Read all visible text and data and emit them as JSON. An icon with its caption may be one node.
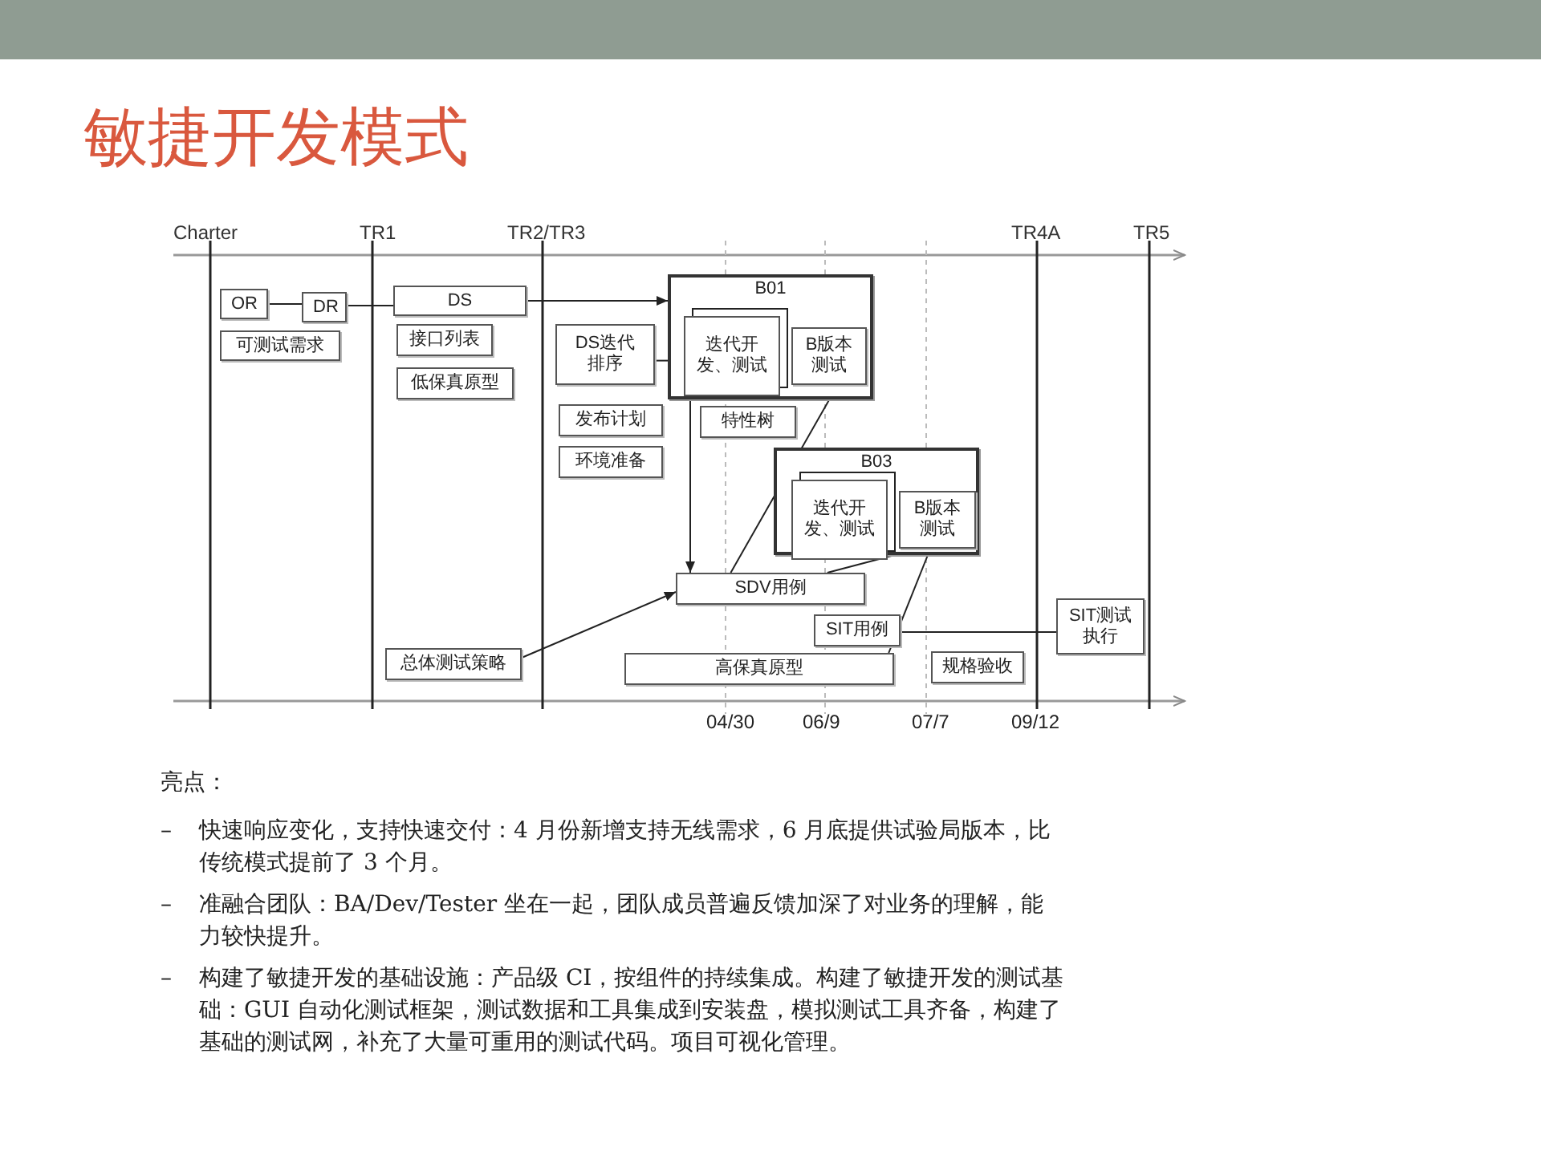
{
  "diagram": {
    "title": "敏捷开发模式",
    "nodes": [
      {
        "text": [
          "OR"
        ]
      },
      {
        "text": [
          "DR"
        ]
      },
      {
        "text": [
          "DS"
        ]
      },
      {
        "text": [
          "可测试需求"
        ]
      },
      {
        "text": [
          "接口列表"
        ]
      },
      {
        "text": [
          "低保真原型"
        ]
      },
      {
        "text": [
          "B01"
        ]
      },
      {
        "text": [
          "迭代开发、测试"
        ],
        "in": 6
      },
      {
        "text": [
          "B版本测试"
        ],
        "in": 6
      },
      {
        "text": [
          "DS迭代排序"
        ]
      },
      {
        "text": [
          "发布计划"
        ]
      },
      {
        "text": [
          "环境准备"
        ]
      },
      {
        "text": [
          "特性树"
        ]
      },
      {
        "text": [
          "B03"
        ]
      },
      {
        "text": [
          "迭代开发、测试"
        ],
        "in": 13
      },
      {
        "text": [
          "B版本测试"
        ],
        "in": 13
      },
      {
        "text": [
          "SDV用例"
        ]
      },
      {
        "text": [
          "SIT用例"
        ]
      },
      {
        "text": [
          "SIT测试执行"
        ]
      },
      {
        "text": [
          "总体测试策略"
        ]
      },
      {
        "text": [
          "高保真原型"
        ]
      },
      {
        "text": [
          "规格验收"
        ]
      }
    ],
    "edges": [
      {
        "from": 0,
        "to": 1,
        "arrow": "none"
      },
      {
        "from": 1,
        "to": 2,
        "arrow": "none"
      },
      {
        "from": 2,
        "to": 6,
        "arrow": "to"
      },
      {
        "from": 9,
        "to": 6,
        "arrow": "none"
      },
      {
        "from": 7,
        "to": 16,
        "arrow": "to"
      },
      {
        "from": 8,
        "to": 16,
        "arrow": "none"
      },
      {
        "from": 15,
        "to": 16,
        "arrow": "none"
      },
      {
        "from": 20,
        "to": 13,
        "arrow": "none"
      },
      {
        "from": 19,
        "to": 16,
        "arrow": "to"
      },
      {
        "from": 17,
        "to": 18,
        "arrow": "none"
      }
    ],
    "labels": [
      "Charter",
      "TR1",
      "TR2/TR3",
      "TR4A",
      "TR5",
      "04/30",
      "06/9",
      "07/7",
      "09/12",
      "亮点：",
      "–",
      "快速响应变化，支持快速交付：4 月份新增支持无线需求，6 月底提供试验局版本，比传统模式提前了 3 个月。",
      "–",
      "准融合团队：BA/Dev/Tester 坐在一起，团队成员普遍反馈加深了对业务的理解，能力较快提升。",
      "–",
      "构建了敏捷开发的基础设施：产品级 CI，按组件的持续集成。构建了敏捷开发的测试基础：GUI 自动化测试框架，测试数据和工具集成到安装盘，模拟测试工具齐备，构建了基础的测试网，补充了大量可重用的测试代码。项目可视化管理。"
    ]
  }
}
